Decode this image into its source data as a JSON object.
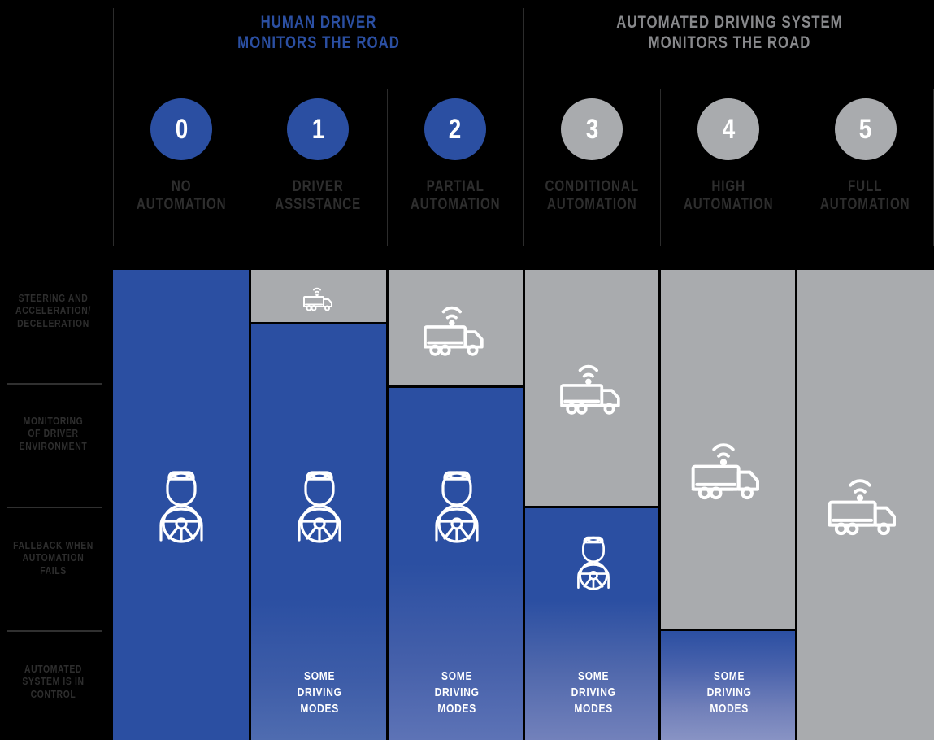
{
  "headers": {
    "left": {
      "line1": "HUMAN DRIVER",
      "line2": "MONITORS THE ROAD",
      "color": "#2b4fa2"
    },
    "right": {
      "line1": "AUTOMATED DRIVING SYSTEM",
      "line2": "MONITORS THE ROAD",
      "color": "#88898c"
    }
  },
  "levels": [
    {
      "number": "0",
      "name_line1": "NO",
      "name_line2": "AUTOMATION",
      "circle_color": "#2b4fa2"
    },
    {
      "number": "1",
      "name_line1": "DRIVER",
      "name_line2": "ASSISTANCE",
      "circle_color": "#2b4fa2"
    },
    {
      "number": "2",
      "name_line1": "PARTIAL",
      "name_line2": "AUTOMATION",
      "circle_color": "#2b4fa2"
    },
    {
      "number": "3",
      "name_line1": "CONDITIONAL",
      "name_line2": "AUTOMATION",
      "circle_color": "#a9abae"
    },
    {
      "number": "4",
      "name_line1": "HIGH",
      "name_line2": "AUTOMATION",
      "circle_color": "#a9abae"
    },
    {
      "number": "5",
      "name_line1": "FULL",
      "name_line2": "AUTOMATION",
      "circle_color": "#a9abae"
    }
  ],
  "row_labels": [
    {
      "lines": [
        "STEERING AND",
        "ACCELERATION/",
        "DECELERATION"
      ]
    },
    {
      "lines": [
        "MONITORING",
        "OF DRIVER",
        "ENVIRONMENT"
      ]
    },
    {
      "lines": [
        "FALLBACK WHEN",
        "AUTOMATION",
        "FAILS"
      ]
    },
    {
      "lines": [
        "AUTOMATED",
        "SYSTEM IS IN",
        "CONTROL"
      ]
    }
  ],
  "some_driving_modes": {
    "line1": "SOME",
    "line2": "DRIVING",
    "line3": "MODES"
  },
  "colors": {
    "blue": "#2b4fa2",
    "gray": "#a9abae",
    "background": "#000000",
    "label_text": "#2e2e2e",
    "icon_stroke": "#ffffff"
  },
  "chart_data": {
    "type": "bar",
    "title": "SAE Levels of Driving Automation",
    "categories": [
      "0 NO AUTOMATION",
      "1 DRIVER ASSISTANCE",
      "2 PARTIAL AUTOMATION",
      "3 CONDITIONAL AUTOMATION",
      "4 HIGH AUTOMATION",
      "5 FULL AUTOMATION"
    ],
    "rows": [
      "STEERING AND ACCELERATION/DECELERATION",
      "MONITORING OF DRIVER ENVIRONMENT",
      "FALLBACK WHEN AUTOMATION FAILS",
      "AUTOMATED SYSTEM IS IN CONTROL"
    ],
    "series": [
      {
        "name": "human driver (blue)",
        "values": [
          4.0,
          3.6,
          3.0,
          1.6,
          0.75,
          0.0
        ]
      },
      {
        "name": "automated driving system (gray)",
        "values": [
          0.0,
          0.4,
          1.0,
          2.4,
          3.25,
          4.0
        ]
      }
    ],
    "legend": [
      "HUMAN DRIVER MONITORS THE ROAD",
      "AUTOMATED DRIVING SYSTEM MONITORS THE ROAD"
    ],
    "annotations": [
      "SOME DRIVING MODES on levels 1, 2, 3, 4"
    ],
    "grid": false,
    "legend_position": "top"
  }
}
